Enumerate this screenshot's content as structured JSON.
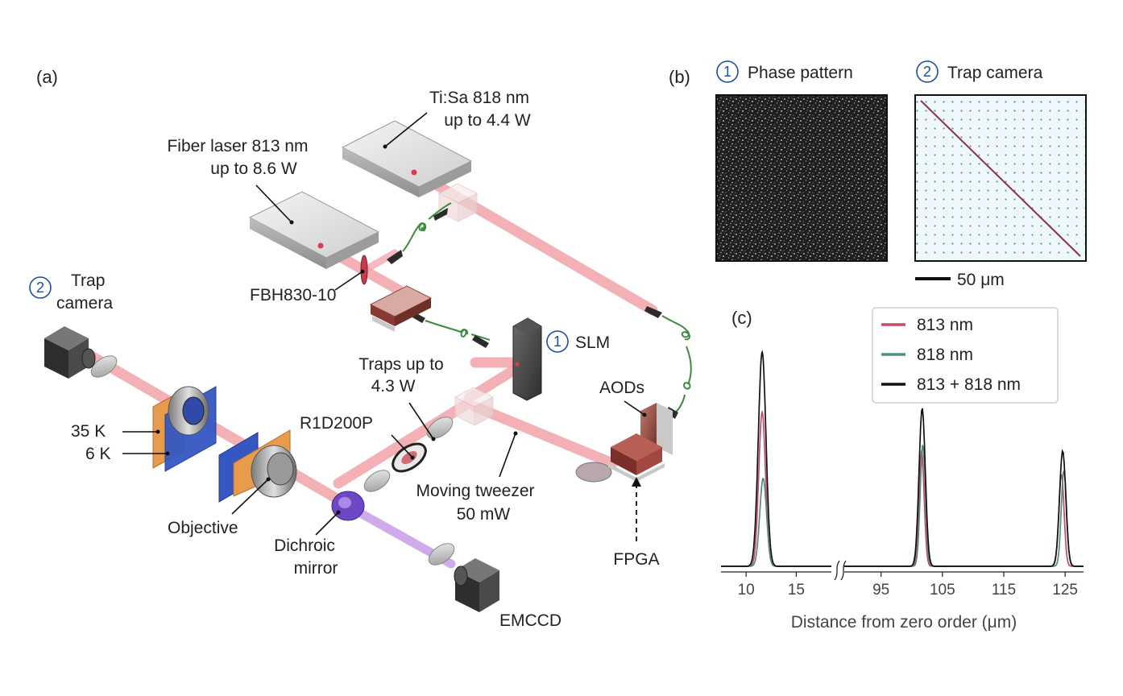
{
  "colors": {
    "beam": "#f2a3a9",
    "beam_core": "#e9878f",
    "dichroic_beam": "#c79de8",
    "series_813": "#c64a6a",
    "series_818": "#4f8f78",
    "series_sum": "#111111",
    "badge": "#1e4f9c",
    "orange_panel": "#e99b4c",
    "blue_panel": "#3457c4"
  },
  "panel_a": {
    "label": "(a)",
    "tisa": {
      "line1": "Ti:Sa 818 nm",
      "line2": "up to 4.4 W"
    },
    "fiber": {
      "line1": "Fiber laser 813 nm",
      "line2": "up to 8.6 W"
    },
    "fbh": "FBH830-10",
    "trap_camera": {
      "number": "2",
      "line1": "Trap",
      "line2": "camera"
    },
    "slm": {
      "number": "1",
      "label": "SLM"
    },
    "traps": {
      "line1": "Traps up to",
      "line2": "4.3 W"
    },
    "r1d": "R1D200P",
    "aods": "AODs",
    "moving": {
      "line1": "Moving tweezer",
      "line2": "50 mW"
    },
    "fpga": "FPGA",
    "temp_35k": "35 K",
    "temp_6k": "6 K",
    "objective": "Objective",
    "dichroic": {
      "line1": "Dichroic",
      "line2": "mirror"
    },
    "emccd": "EMCCD"
  },
  "panel_b": {
    "label": "(b)",
    "phase": {
      "number": "1",
      "title": "Phase pattern"
    },
    "camera": {
      "number": "2",
      "title": "Trap camera"
    },
    "scale_bar": "50 μm"
  },
  "chart_data": {
    "type": "line",
    "panel_label": "(c)",
    "xlabel": "Distance from zero order (μm)",
    "ylabel": "",
    "broken_x_axis": true,
    "segments": [
      {
        "xlim": [
          7.5,
          18.5
        ],
        "ticks": [
          10,
          15
        ]
      },
      {
        "xlim": [
          89,
          128
        ],
        "ticks": [
          95,
          105,
          115,
          125
        ]
      }
    ],
    "legend_position": "top-right",
    "series": [
      {
        "name": "813 nm",
        "color": "#c64a6a",
        "peaks": [
          {
            "x": 11.6,
            "height": 0.72,
            "width": 0.8
          },
          {
            "x": 101.6,
            "height": 0.54,
            "width": 1.0
          },
          {
            "x": 124.4,
            "height": 0.43,
            "width": 1.0
          }
        ]
      },
      {
        "name": "818 nm",
        "color": "#4f8f78",
        "peaks": [
          {
            "x": 11.7,
            "height": 0.41,
            "width": 0.8
          },
          {
            "x": 101.8,
            "height": 0.57,
            "width": 1.0
          },
          {
            "x": 124.8,
            "height": 0.45,
            "width": 1.0
          }
        ]
      },
      {
        "name": "813 + 818 nm",
        "color": "#111111",
        "peaks": [
          {
            "x": 11.6,
            "height": 1.0,
            "width": 0.9
          },
          {
            "x": 101.7,
            "height": 0.74,
            "width": 1.2
          },
          {
            "x": 124.6,
            "height": 0.54,
            "width": 1.2
          }
        ]
      }
    ]
  }
}
